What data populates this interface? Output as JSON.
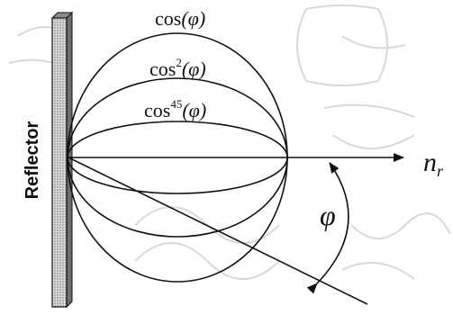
{
  "labels": {
    "reflector": "Reflector",
    "cos1_base": "cos",
    "cos1_arg": "(φ)",
    "cos2_base": "cos",
    "cos2_exp": "2",
    "cos2_arg": "(φ)",
    "cos45_base": "cos",
    "cos45_exp": "45",
    "cos45_arg": "(φ)",
    "normal_axis": "n",
    "normal_sub": "r",
    "angle": "φ"
  },
  "colors": {
    "line": "#111111",
    "watermark": "#c9c9c9",
    "reflector_fill": "#bdbdbd"
  }
}
